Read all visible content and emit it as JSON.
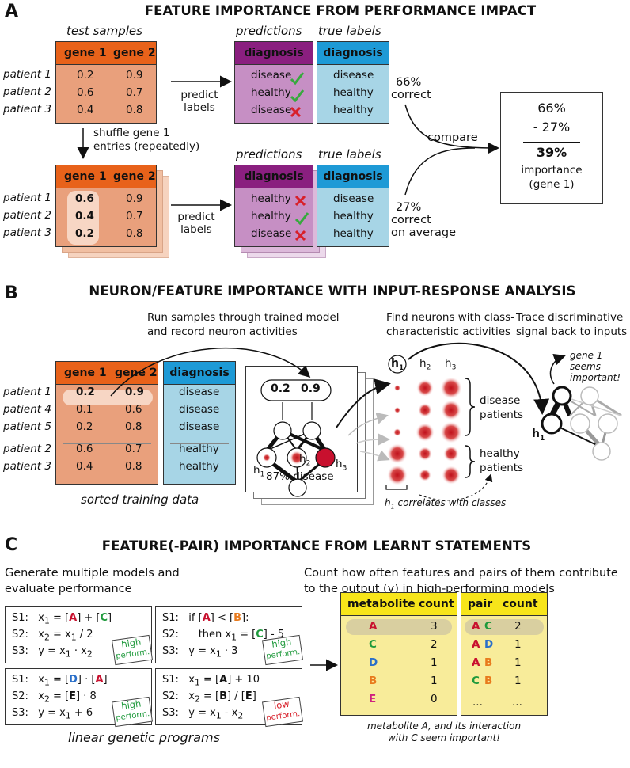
{
  "panelA": {
    "letter": "A",
    "title": "FEATURE IMPORTANCE FROM PERFORMANCE IMPACT",
    "test_samples_label": "test samples",
    "gene1": "gene 1",
    "gene2": "gene 2",
    "patients": [
      "patient 1",
      "patient 2",
      "patient 3"
    ],
    "top_values": [
      [
        "0.2",
        "0.9"
      ],
      [
        "0.6",
        "0.7"
      ],
      [
        "0.4",
        "0.8"
      ]
    ],
    "shuffled_values": [
      [
        "0.6",
        "0.9"
      ],
      [
        "0.4",
        "0.7"
      ],
      [
        "0.2",
        "0.8"
      ]
    ],
    "predictions_label": "predictions",
    "true_labels_label": "true labels",
    "diagnosis": "diagnosis",
    "top_predictions": [
      "disease",
      "healthy",
      "disease"
    ],
    "top_true": [
      "disease",
      "healthy",
      "healthy"
    ],
    "bottom_predictions": [
      "healthy",
      "healthy",
      "disease"
    ],
    "bottom_true": [
      "disease",
      "healthy",
      "healthy"
    ],
    "predict_labels_1": "predict",
    "predict_labels_2": "labels",
    "shuffle_1": "shuffle gene 1",
    "shuffle_2": "entries (repeatedly)",
    "pct_top": "66%",
    "correct_top": "correct",
    "pct_bottom": "27%",
    "correct_bottom_1": "correct",
    "correct_bottom_2": "on average",
    "compare": "compare",
    "box_line1": "66%",
    "box_line2": "- 27%",
    "box_line3": "39%",
    "box_line4": "importance",
    "box_line5": "(gene 1)"
  },
  "panelB": {
    "letter": "B",
    "title": "NEURON/FEATURE IMPORTANCE WITH INPUT-RESPONSE ANALYSIS",
    "step1_1": "Run samples through trained model",
    "step1_2": "and record neuron activities",
    "step2_1": "Find neurons with class-",
    "step2_2": "characteristic activities",
    "step3_1": "Trace discriminative",
    "step3_2": "signal back to inputs",
    "gene1": "gene 1",
    "gene2": "gene 2",
    "diagnosis": "diagnosis",
    "patients": [
      "patient 1",
      "patient 4",
      "patient 5",
      "patient 2",
      "patient 3"
    ],
    "values": [
      [
        "0.2",
        "0.9"
      ],
      [
        "0.1",
        "0.6"
      ],
      [
        "0.2",
        "0.8"
      ],
      [
        "0.6",
        "0.7"
      ],
      [
        "0.4",
        "0.8"
      ]
    ],
    "labels": [
      "disease",
      "disease",
      "disease",
      "healthy",
      "healthy"
    ],
    "sorted_training": "sorted training data",
    "in1": "0.2",
    "in2": "0.9",
    "h1": "h",
    "h2": "h",
    "h3": "h",
    "sub1": "1",
    "sub2": "2",
    "sub3": "3",
    "output": "87% disease",
    "disease_1": "disease",
    "disease_2": "patients",
    "healthy_1": "healthy",
    "healthy_2": "patients",
    "correlates": "correlates with classes",
    "gene_important_1": "gene 1 seems",
    "gene_important_2": "important!"
  },
  "panelC": {
    "letter": "C",
    "title": "FEATURE(-PAIR) IMPORTANCE FROM LEARNT STATEMENTS",
    "left_1": "Generate multiple models and",
    "left_2": "evaluate performance",
    "right_1": "Count how often features and pairs of them contribute",
    "right_2": "to the output (y) in high-performing models",
    "lgp_label": "linear genetic programs",
    "high": "high",
    "low": "low",
    "perform": "perform.",
    "metabolite_header": "metabolite",
    "count_header": "count",
    "pair_header": "pair",
    "metabolites": [
      "A",
      "C",
      "D",
      "B",
      "E"
    ],
    "metabolite_counts": [
      "3",
      "2",
      "1",
      "1",
      "0"
    ],
    "pairs": [
      [
        "A",
        "C"
      ],
      [
        "A",
        "D"
      ],
      [
        "A",
        "B"
      ],
      [
        "C",
        "B"
      ]
    ],
    "pair_counts": [
      "2",
      "1",
      "1",
      "1"
    ],
    "ellipsis": "...",
    "note_1": "metabolite A, and its interaction",
    "note_2": "with C seem important!",
    "colors": {
      "A": "#c8102e",
      "B": "#e87a1c",
      "C": "#1f9a3c",
      "D": "#2a6fc9",
      "E": "#d0217f"
    }
  },
  "colors": {
    "gene_header": "#e8621a",
    "gene_body": "#e9a07c",
    "pred_header": "#8a1f7f",
    "pred_body": "#c68fc4",
    "true_header": "#1e9ad6",
    "true_body": "#a7d5e6",
    "yellow_header": "#f7e51a",
    "yellow_body": "#f8ec9a"
  }
}
